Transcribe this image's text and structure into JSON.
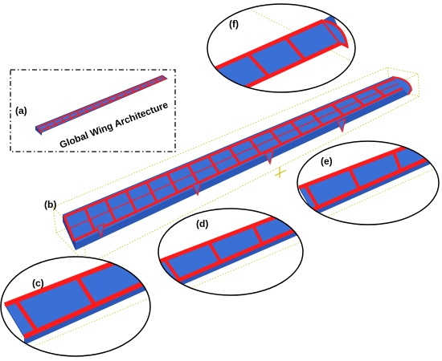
{
  "figure": {
    "inset_caption": "Global Wing Architecture",
    "labels": {
      "a": "(a)",
      "b": "(b)",
      "c": "(c)",
      "d": "(d)",
      "e": "(e)",
      "f": "(f)"
    }
  },
  "colors": {
    "structure_red": "#ff1a1a",
    "skin_blue": "#3a6fd6",
    "skin_dark": "#1e3f9a",
    "bounding_box": "#c8c820",
    "inset_border": "#000000",
    "axis_marker": "#d4c400"
  }
}
